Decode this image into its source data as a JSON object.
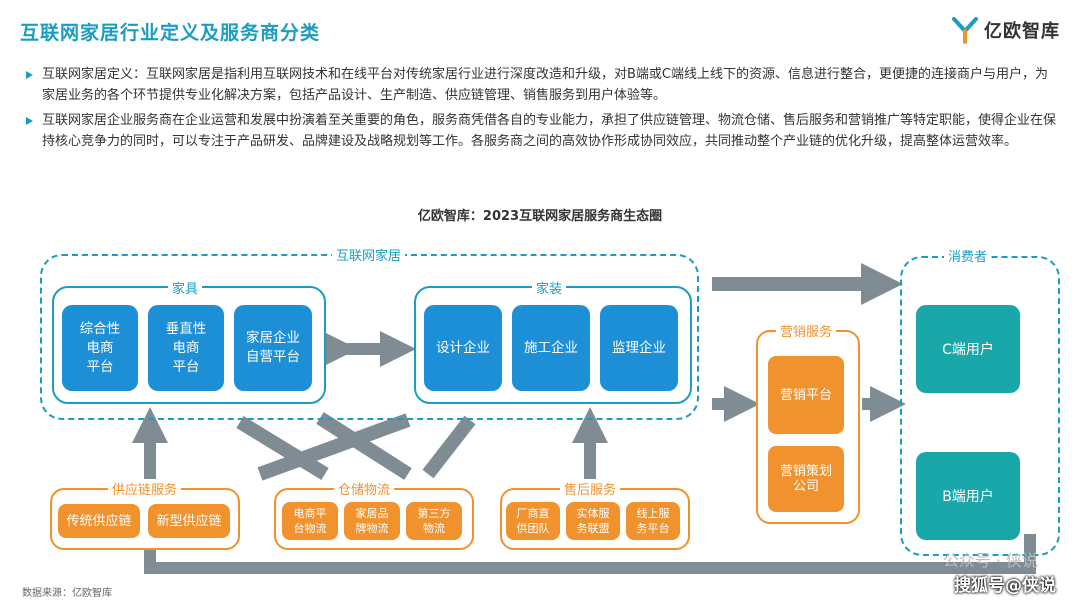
{
  "header": {
    "title": "互联网家居行业定义及服务商分类",
    "logo_text": "亿欧智库"
  },
  "bullets": [
    "互联网家居定义：互联网家居是指利用互联网技术和在线平台对传统家居行业进行深度改造和升级，对B端或C端线上线下的资源、信息进行整合，更便捷的连接商户与用户，为家居业务的各个环节提供专业化解决方案，包括产品设计、生产制造、供应链管理、销售服务到用户体验等。",
    "互联网家居企业服务商在企业运营和发展中扮演着至关重要的角色，服务商凭借各自的专业能力，承担了供应链管理、物流仓储、售后服务和营销推广等特定职能，使得企业在保持核心竞争力的同时，可以专注于产品研发、品牌建设及战略规划等工作。各服务商之间的高效协作形成协同效应，共同推动整个产业链的优化升级，提高整体运营效率。"
  ],
  "diagram": {
    "title": "亿欧智库：2023互联网家居服务商生态圈",
    "outer_label": "互联网家居",
    "furniture": {
      "label": "家具",
      "items": [
        "综合性\n电商\n平台",
        "垂直性\n电商\n平台",
        "家居企业\n自营平台"
      ]
    },
    "decoration": {
      "label": "家装",
      "items": [
        "设计企业",
        "施工企业",
        "监理企业"
      ]
    },
    "supply_chain": {
      "label": "供应链服务",
      "items": [
        "传统供应链",
        "新型供应链"
      ]
    },
    "warehousing": {
      "label": "仓储物流",
      "items": [
        "电商平\n台物流",
        "家居品\n牌物流",
        "第三方\n物流"
      ]
    },
    "after_sales": {
      "label": "售后服务",
      "items": [
        "厂商直\n供团队",
        "实体服\n务联盟",
        "线上服\n务平台"
      ]
    },
    "marketing": {
      "label": "营销服务",
      "items": [
        "营销平台",
        "营销策划\n公司"
      ]
    },
    "consumer": {
      "label": "消费者",
      "items": [
        "C端用户",
        "B端用户"
      ]
    }
  },
  "footer": {
    "source": "数据来源：亿欧智库",
    "watermark_1": "公众号 · 侠说",
    "watermark_2": "搜狐号@侠说"
  },
  "colors": {
    "accent": "#1a9dc0",
    "blue_box": "#1d8fd6",
    "teal_box": "#1aa7a9",
    "orange_box": "#f0922e",
    "arrow_gray": "#7f8c94"
  }
}
